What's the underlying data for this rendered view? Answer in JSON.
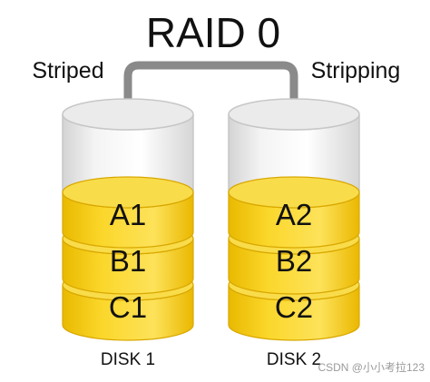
{
  "diagram": {
    "title": "RAID 0",
    "left_label": "Striped",
    "right_label": "Stripping",
    "watermark": "CSDN @小小考拉123",
    "disks": [
      {
        "label": "DISK 1",
        "blocks": [
          "A1",
          "B1",
          "C1"
        ]
      },
      {
        "label": "DISK 2",
        "blocks": [
          "A2",
          "B2",
          "C2"
        ]
      }
    ],
    "colors": {
      "block_fill": "#f7cf1c",
      "block_top": "#f9dc4a",
      "block_edge": "#d9a800",
      "container_fill": "#e6e6e6",
      "container_edge": "#c7c7c7",
      "connector": "#8a8a8a",
      "text": "#111111"
    }
  }
}
